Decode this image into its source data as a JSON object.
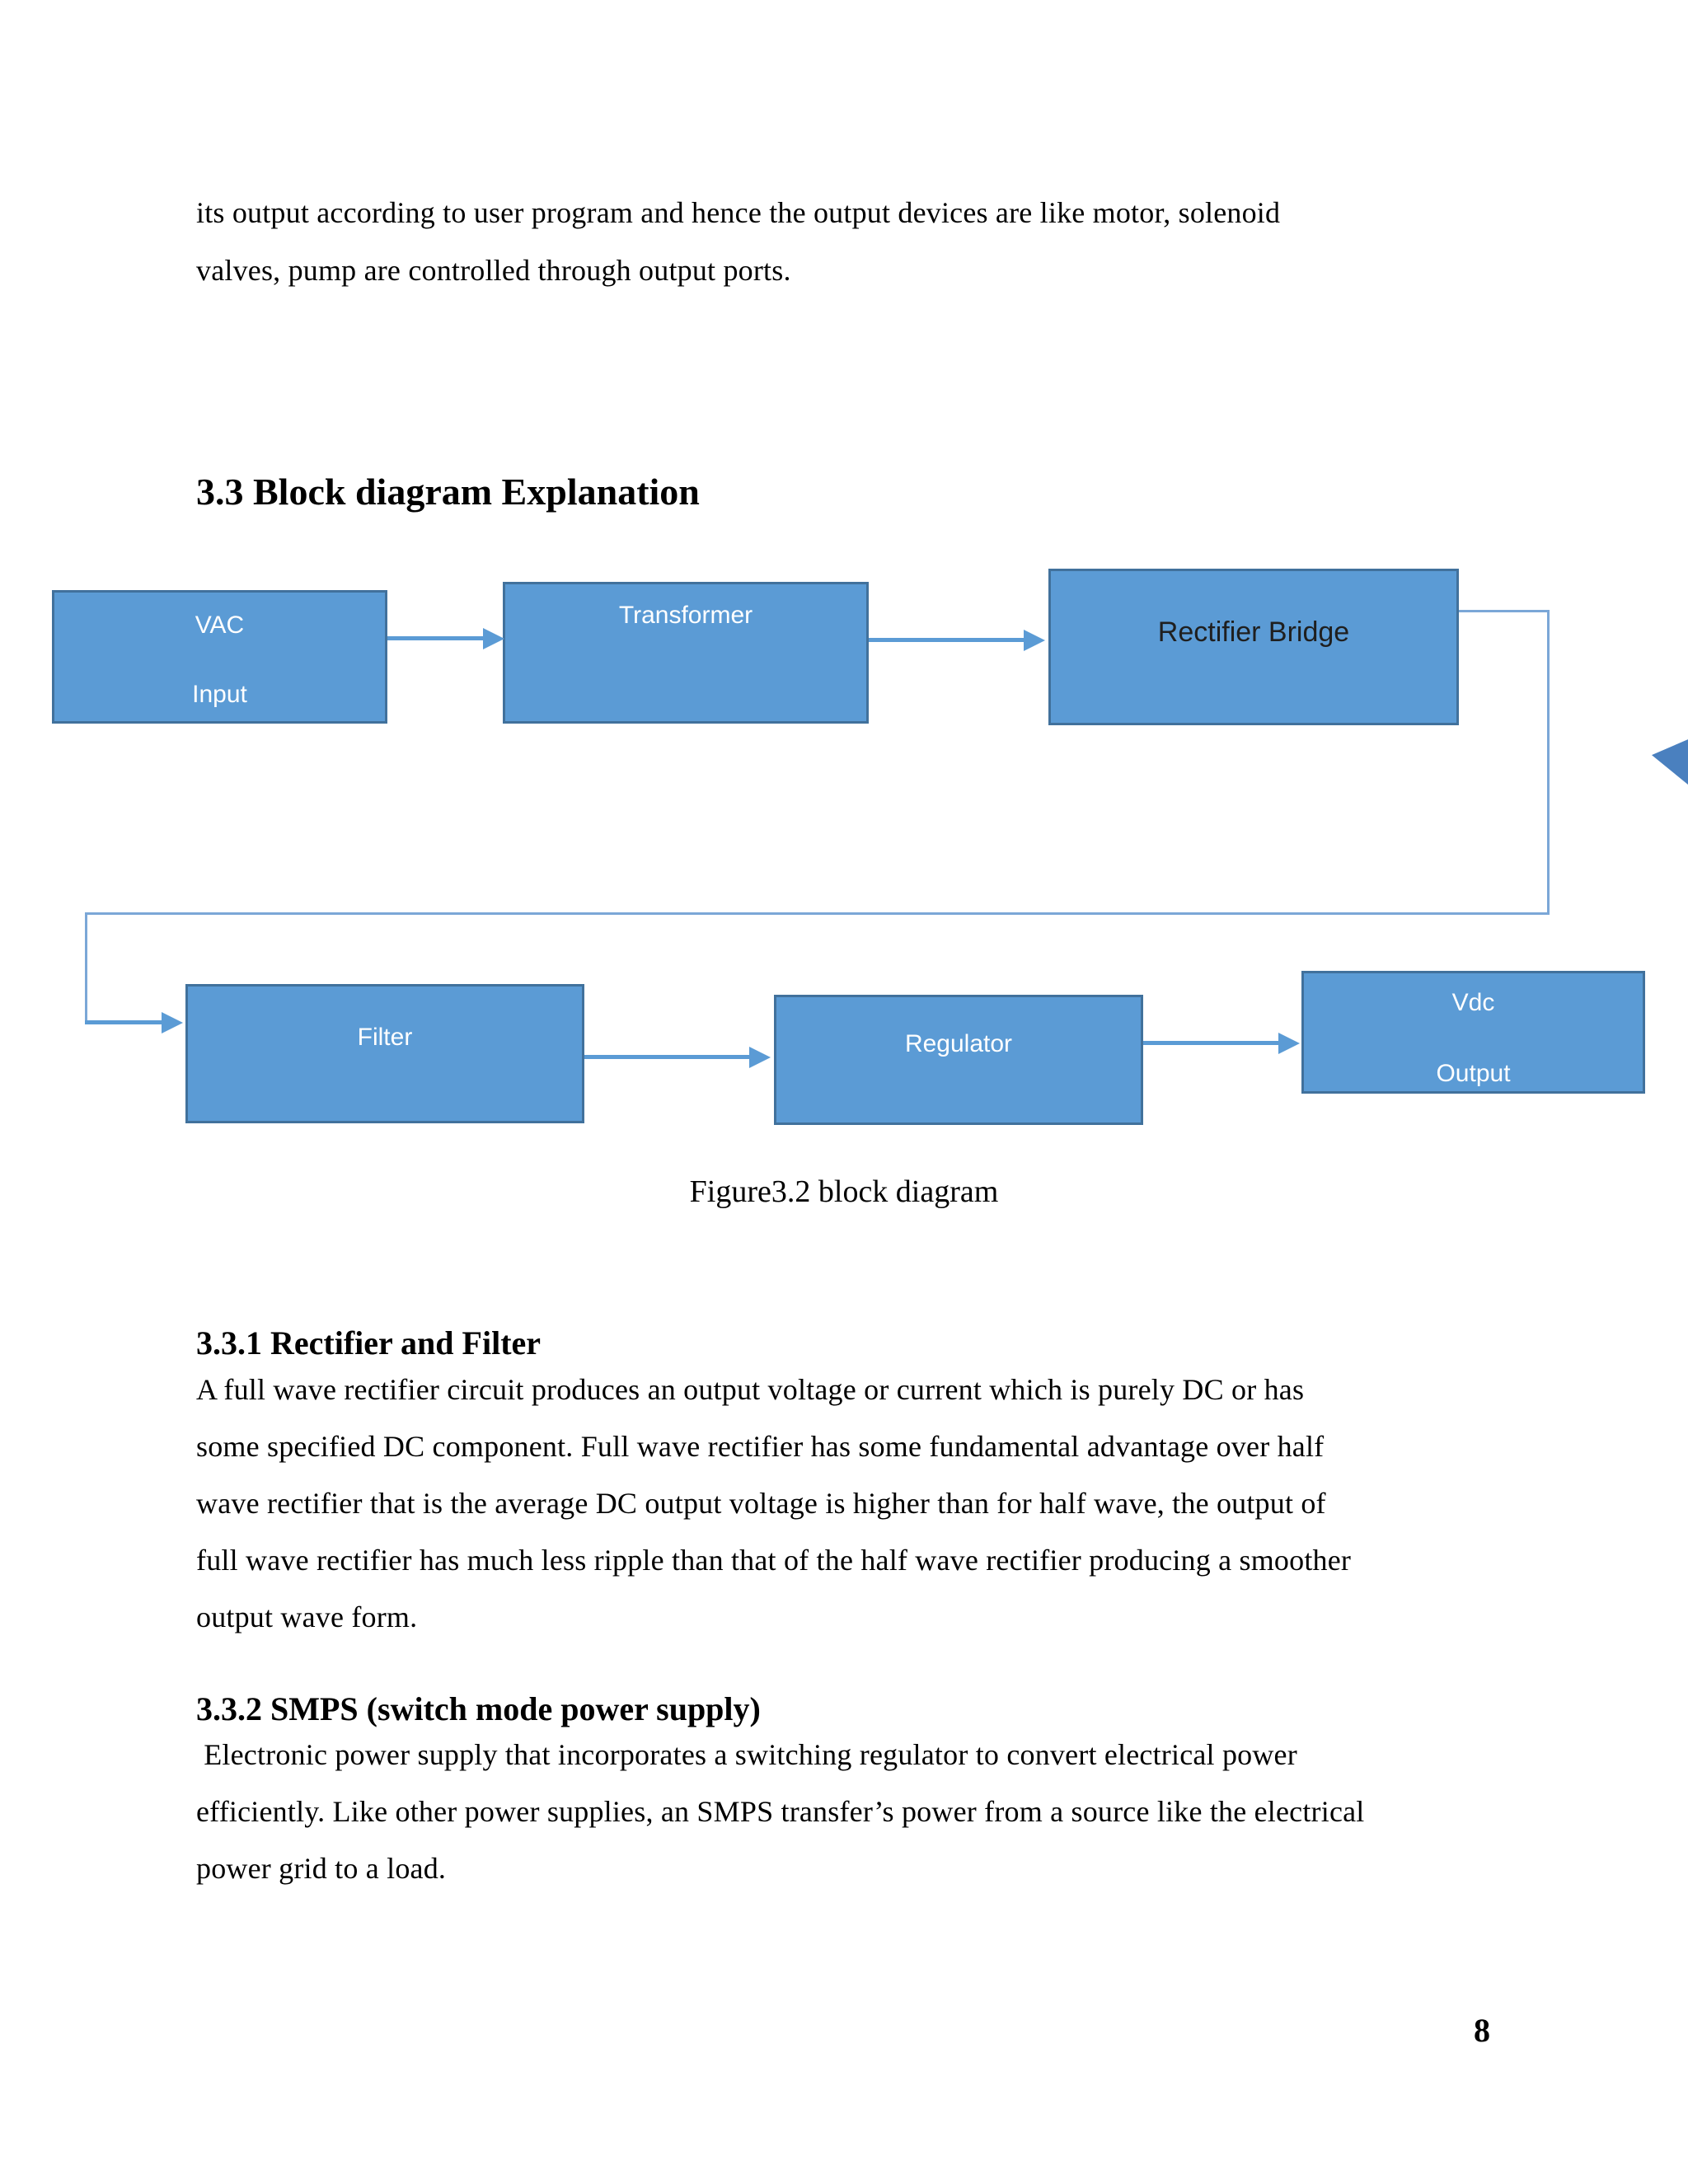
{
  "colors": {
    "text": "#000000",
    "box_fill": "#5b9bd5",
    "box_border": "#41719c",
    "box_label": "#ffffff",
    "rectifier_label": "#1f1f1f",
    "connector_line": "#7ba7d7",
    "arrow": "#5b9bd5",
    "clipped_arrow": "#4a80bf"
  },
  "intro_paragraph": {
    "lines": [
      "its output according to user program and hence the output devices are like motor, solenoid",
      "valves, pump are controlled through output ports."
    ]
  },
  "section_33": {
    "heading": "3.3 Block diagram Explanation"
  },
  "diagram": {
    "blocks": {
      "vac": {
        "line1": "VAC",
        "line2": "Input"
      },
      "transformer": {
        "label": "Transformer"
      },
      "rectifier": {
        "label": "Rectifier Bridge"
      },
      "filter": {
        "label": "Filter"
      },
      "regulator": {
        "label": "Regulator"
      },
      "vdc": {
        "line1": "Vdc",
        "line2": "Output"
      }
    }
  },
  "figure": {
    "caption": "Figure3.2 block diagram"
  },
  "section_331": {
    "heading": "3.3.1 Rectifier and Filter",
    "lines": [
      "A full wave rectifier circuit produces an output voltage or current which is purely DC or has",
      "some specified DC component. Full wave rectifier has some fundamental advantage over half",
      "wave rectifier that is the average DC output voltage is higher than for half wave, the output of",
      "full wave rectifier has much less ripple than that of the half wave rectifier producing a smoother",
      "output wave form."
    ]
  },
  "section_332": {
    "heading": "3.3.2 SMPS (switch mode power supply)",
    "lines": [
      " Electronic power supply that incorporates a switching regulator to convert electrical power",
      "efficiently. Like other power supplies, an SMPS transfer’s power from a source like the electrical",
      "power grid to a load."
    ]
  },
  "footer": {
    "page_number": "8"
  }
}
